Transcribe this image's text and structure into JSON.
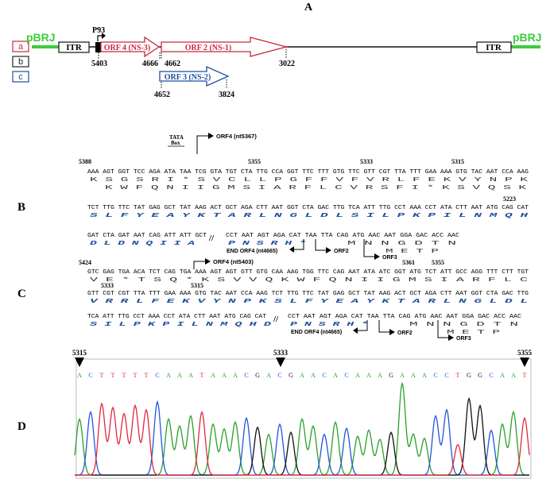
{
  "panel_a": {
    "label": "A",
    "vector_left": "pBRJ",
    "vector_right": "pBRJ",
    "itr_left": "ITR",
    "itr_right": "ITR",
    "p93": "P93",
    "orf4": "ORF 4 (NS-3)",
    "orf2": "ORF 2 (NS-1)",
    "orf3": "ORF 3 (NS-2)",
    "pos_5403": "5403",
    "pos_4666": "4666",
    "pos_4662": "4662",
    "pos_3022": "3022",
    "pos_4652": "4652",
    "pos_3824": "3824",
    "legend_a": "a",
    "legend_b": "b",
    "legend_c": "c",
    "colors": {
      "orf4": "#c8283c",
      "orf3": "#1f4fa0",
      "vector": "#3ccc3c"
    }
  },
  "panel_b": {
    "label": "B",
    "tata": "TATA",
    "box": "Box",
    "orf4_start": "ORF4 (nt5367)",
    "n5388": "5388",
    "n5355": "5355",
    "n5333": "5333",
    "n5315": "5315",
    "n5223": "5223",
    "l1_nt": "AAA AGT GGT TCC AGA ATA TAA TCG GTA TGT CTA TTG CCA GGT TTC TTT GTG TTC GTT CGT TTA TTT GAA AAA GTG TAC AAT CCA AAG",
    "l1_aa1": "K   S   G   S   R   I   *   S   V   C   L   L   P   G   F   F   V   F   V   R   L   F   E   K   V   Y   N   P   K",
    "l1_aa2": "K   W   F   Q   N   I   I   G   M   S   I   A   R   F   L   C   V   R   S   F   I   *   K   S   V   Q   S   K",
    "l2_nt": "TCT TTG TTC TAT GAG GCT TAT AAG ACT GCT AGA CTT AAT GGT CTA GAC TTG TCA ATT TTG CCT AAA CCT ATA CTT AAT ATG CAG CAT",
    "l2_aa": "S   L   F   Y   E   A   Y   K   T   A   R   L   N   G   L   D   L   S   I   L   P   K   P   I   L   N   M   Q   H",
    "l3_nt": "GAT CTA GAT AAT CAG ATT ATT GCT",
    "l3_aa": "D   L   D   N   Q   I   I   A",
    "l3_tail_nt": "CCT AAT AGT AGA CAT TAA TTA CAG ATG AAC AAT GGA GAC ACC AAC",
    "l3_tail_aa": "P   N   S   R   H   *",
    "l3_tail_aa2": "M   N   N   G   D   T   N",
    "l3_tail_aa3": "M   E   T   P",
    "end_orf4": "END ORF4 (nt4665)",
    "orf2": "ORF2",
    "orf3": "ORF3"
  },
  "panel_c": {
    "label": "C",
    "orf4_start": "ORF4 (nt5403)",
    "n5424": "5424",
    "n5361": "5361",
    "n5355": "5355",
    "n5333": "5333",
    "n5315": "5315",
    "l1_nt": "GTC GAG TGA ACA TCT CAG TGA AAA AGT AGT GTT GTG CAA AAG TGG TTC CAG AAT ATA ATC GGT ATG TCT ATT GCC AGG TTT CTT TGT",
    "l1_aa1": "V   E   *   T   S   Q   *   K   S   V   V   Q   K   W   F   Q   N   I   I   G   M   S   I   A   R   F   L   C",
    "l2_nt": "GTT CGT CGT TTA TTT GAA AAA GTG TAC AAT CCA AAG TCT TTG TTC TAT GAG GCT TAT AAG ACT GCT AGA CTT AAT GGT CTA GAC TTG",
    "l2_aa": "V   R   R   L   F   E   K   V   Y   N   P   K   S   L   F   Y   E   A   Y   K   T   A   R   L   N   G   L   D   L",
    "l3_nt": "TCA ATT TTG CCT AAA CCT ATA CTT AAT ATG CAG CAT",
    "l3_aa": "S   I   L   P   K   P   I   L   N   M   Q   H   D",
    "l3_tail_nt": "CCT AAT AGT AGA CAT TAA TTA CAG ATG AAC AAT GGA GAC ACC AAC",
    "l3_tail_aa": "P   N   S   R   H   *",
    "l3_tail_aa2": "M   N   N   G   D   T   N",
    "l3_tail_aa3": "M   E   T   P",
    "end_orf4": "END ORF4 (nt4665)",
    "orf2": "ORF2",
    "orf3": "ORF3"
  },
  "panel_d": {
    "label": "D",
    "pos_left": "5315",
    "pos_mid": "5333",
    "pos_right": "5355",
    "bases": "ACTTTTTCAAATAAACGACGAACACAAAGAAACCTGGCAAT"
  }
}
